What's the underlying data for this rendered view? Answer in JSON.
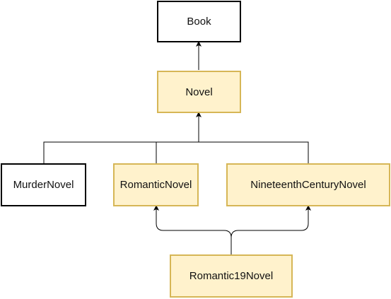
{
  "diagram": {
    "nodes": [
      {
        "id": "book",
        "label": "Book",
        "style": "plain"
      },
      {
        "id": "novel",
        "label": "Novel",
        "style": "highlight"
      },
      {
        "id": "murder",
        "label": "MurderNovel",
        "style": "plain"
      },
      {
        "id": "romantic",
        "label": "RomanticNovel",
        "style": "highlight"
      },
      {
        "id": "nineteenth",
        "label": "NineteenthCenturyNovel",
        "style": "highlight"
      },
      {
        "id": "romantic19",
        "label": "Romantic19Novel",
        "style": "highlight"
      }
    ],
    "edges": [
      {
        "from": "novel",
        "to": "book"
      },
      {
        "from": "murder",
        "to": "novel"
      },
      {
        "from": "romantic",
        "to": "novel"
      },
      {
        "from": "nineteenth",
        "to": "novel"
      },
      {
        "from": "romantic19",
        "to": "romantic"
      },
      {
        "from": "romantic19",
        "to": "nineteenth"
      }
    ],
    "colors": {
      "plain_fill": "#ffffff",
      "plain_border": "#000000",
      "highlight_fill": "#fff2cc",
      "highlight_border": "#d6b656",
      "edge": "#000000"
    }
  }
}
